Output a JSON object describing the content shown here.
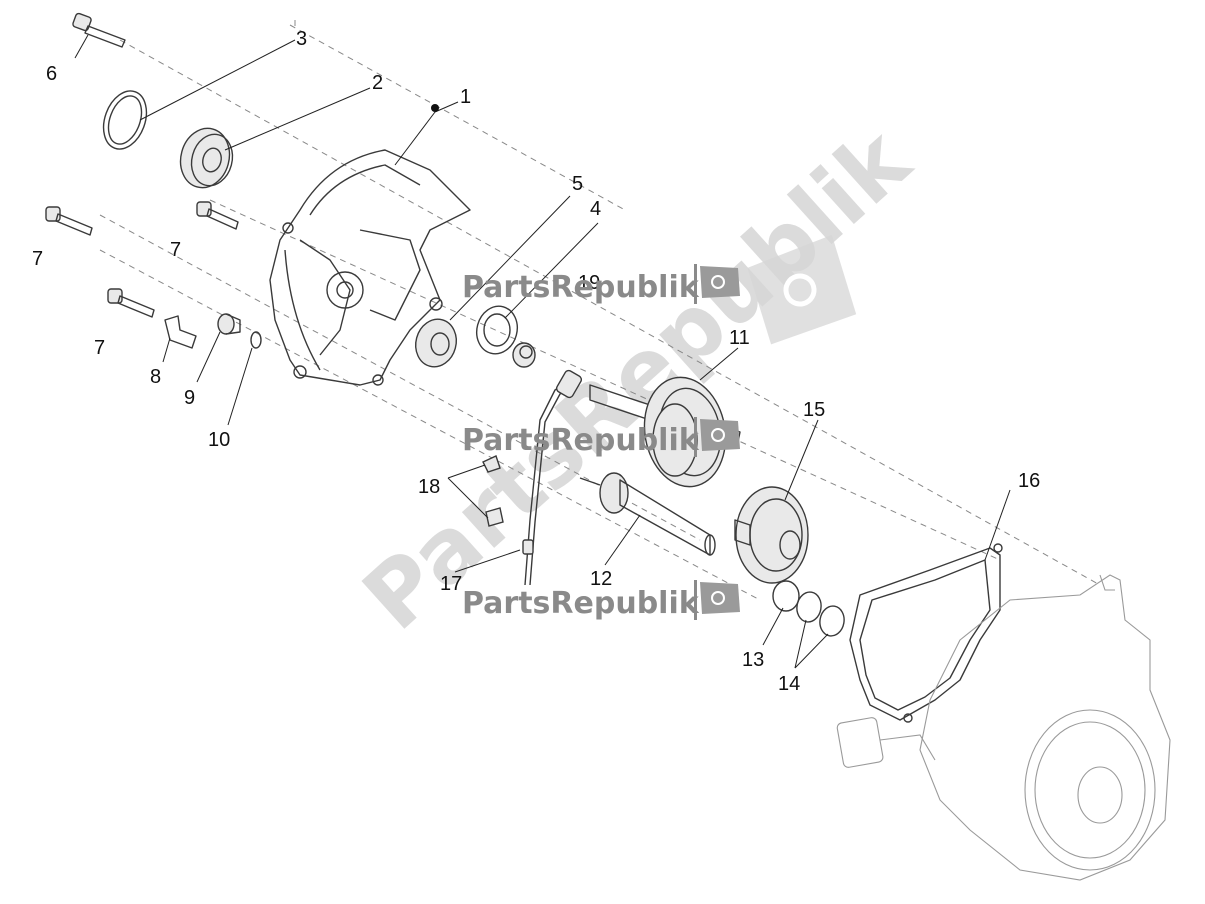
{
  "watermark": {
    "brand": "PartsRepublik",
    "logo_icon": "gear-flag-icon"
  },
  "callouts": {
    "c1": "1",
    "c2": "2",
    "c3": "3",
    "c4": "4",
    "c5": "5",
    "c6": "6",
    "c7a": "7",
    "c7b": "7",
    "c7c": "7",
    "c8": "8",
    "c9": "9",
    "c10": "10",
    "c11": "11",
    "c12": "12",
    "c13": "13",
    "c14": "14",
    "c15": "15",
    "c16": "16",
    "c17": "17",
    "c18": "18",
    "c19": "19"
  }
}
